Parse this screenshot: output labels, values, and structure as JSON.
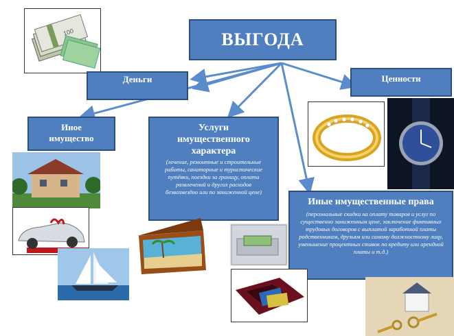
{
  "title": "ВЫГОДА",
  "money": "Деньги",
  "valuables": "Ценности",
  "other_property": "Иное имущество",
  "services": {
    "title": "Услуги имущественного характера",
    "note": "(лечение, ремонтные и строительные работы, санаторные и туристические путёвки, поездки за границу, оплата развлечений и других расходов безвозмездно или по заниженной цене)"
  },
  "rights": {
    "title": "Иные имущественные права",
    "note": "(персональные скидки на оплату товаров и услуг по существенно заниженным цене, заключение фиктивных трудовых договоров с выплатой заработной платы родственникам, друзьям или самому должностному лицу, уменьшение процентных ставок по кредиту или арендной платы и т.д.)"
  },
  "colors": {
    "box": "#4f7fbf",
    "border": "#2c4e7a",
    "arrow": "#5a8ccc"
  }
}
